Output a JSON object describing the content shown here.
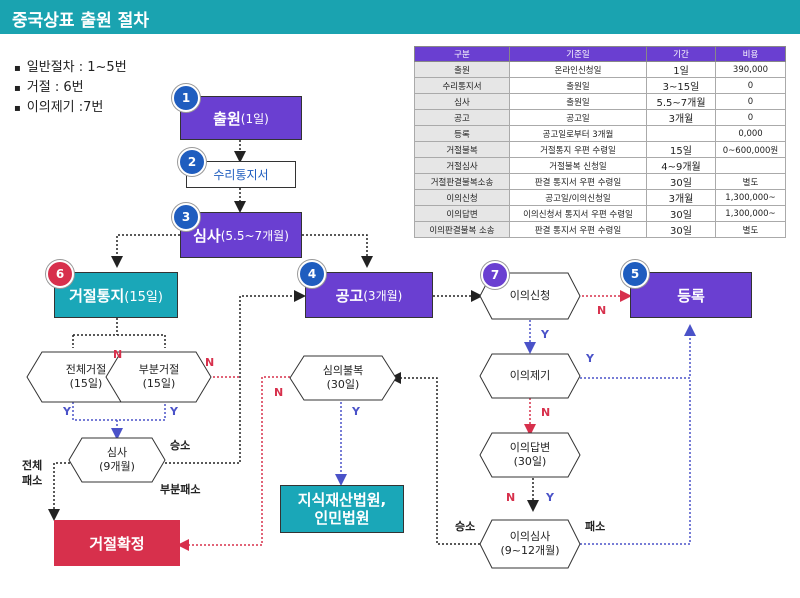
{
  "header": {
    "title": "중국상표 출원 절차"
  },
  "bullets": [
    "일반절차 : 1~5번",
    "거절 : 6번",
    "이의제기 :7번"
  ],
  "steps": {
    "s1": {
      "num": "1",
      "label": "출원",
      "sub": "(1일)"
    },
    "s2": {
      "num": "2",
      "label": "수리통지서"
    },
    "s3": {
      "num": "3",
      "label": "심사",
      "sub": "(5.5~7개월)"
    },
    "s4": {
      "num": "4",
      "label": "공고",
      "sub": "(3개월)"
    },
    "s5": {
      "num": "5",
      "label": "등록"
    },
    "s6": {
      "num": "6",
      "label": "거절통지",
      "sub": "(15일)"
    },
    "s7": {
      "num": "7",
      "label": "이의신청"
    }
  },
  "nodes": {
    "full_reject": "전체거절\n(15일)",
    "partial_reject": "부분거절\n(15일)",
    "review": "심사\n(9개월)",
    "review_appeal": "심의불복\n(30일)",
    "court": "지식재산법원,\n인민법원",
    "final_reject": "거절확정",
    "objection": "이의제기",
    "obj_answer": "이의답변\n(30일)",
    "obj_review": "이의심사\n(9~12개월)"
  },
  "labels": {
    "N": "N",
    "Y": "Y",
    "win": "승소",
    "partial_lose": "부분패소",
    "full_lose": "전체\n패소",
    "lose": "패소"
  },
  "table": {
    "headers": [
      "구분",
      "기준일",
      "기간",
      "비용"
    ],
    "rows": [
      [
        "출원",
        "온라인신청일",
        "1일",
        "390,000"
      ],
      [
        "수리통지서",
        "출원일",
        "3~15일",
        "0"
      ],
      [
        "심사",
        "출원일",
        "5.5~7개월",
        "0"
      ],
      [
        "공고",
        "공고일",
        "3개월",
        "0"
      ],
      [
        "등록",
        "공고일로부터 3개월",
        "",
        "0,000"
      ],
      [
        "거절불복",
        "거절통지 우편 수령일",
        "15일",
        "0~600,000원"
      ],
      [
        "거절심사",
        "거절불복 신청일",
        "4~9개월",
        ""
      ],
      [
        "거절판결불복소송",
        "판결 통지서 우편 수령일",
        "30일",
        "별도"
      ],
      [
        "이의신청",
        "공고일/이의신청일",
        "3개월",
        "1,300,000~"
      ],
      [
        "이의답변",
        "이의신청서 통지서 우편 수령일",
        "30일",
        "1,300,000~"
      ],
      [
        "이의판결불복 소송",
        "판결 통지서 우편 수령일",
        "30일",
        "별도"
      ]
    ]
  },
  "colors": {
    "purple": "#6a3fd1",
    "teal": "#1aa7b8",
    "red": "#d7304c",
    "blue": "#1f5dbf"
  }
}
